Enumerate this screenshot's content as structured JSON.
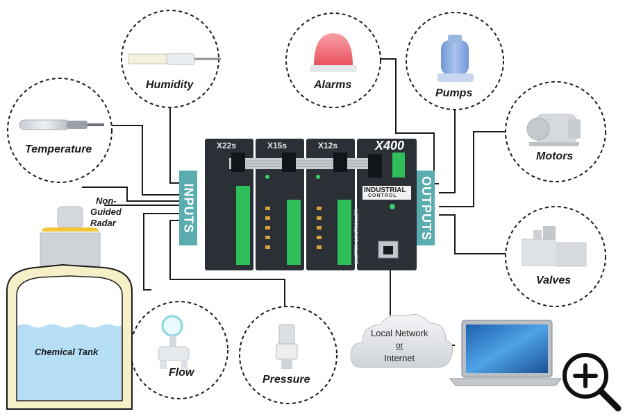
{
  "inputs_label": "INPUTS",
  "outputs_label": "OUTPUTS",
  "sensors": {
    "temperature": "Temperature",
    "humidity": "Humidity",
    "radar_line1": "Non-",
    "radar_line2": "Guided",
    "radar_line3": "Radar",
    "flow": "Flow",
    "pressure": "Pressure",
    "tank": "Chemical Tank"
  },
  "devices": {
    "alarms": "Alarms",
    "pumps": "Pumps",
    "motors": "Motors",
    "valves": "Valves"
  },
  "modules": {
    "m1": "X22s",
    "m2": "X15s",
    "m3": "X12s",
    "m4": "X400",
    "brand_line1": "INDUSTRIAL",
    "brand_line2": "CONTROL",
    "master": "MASTER CONTROLLER"
  },
  "network": {
    "line1": "Local Network",
    "line2": "or",
    "line3": "Internet"
  },
  "colors": {
    "banner": "#5aacae",
    "module": "#2b3036",
    "terminal": "#2fbf5a"
  },
  "icons": {
    "zoom": "zoom-in-icon"
  }
}
